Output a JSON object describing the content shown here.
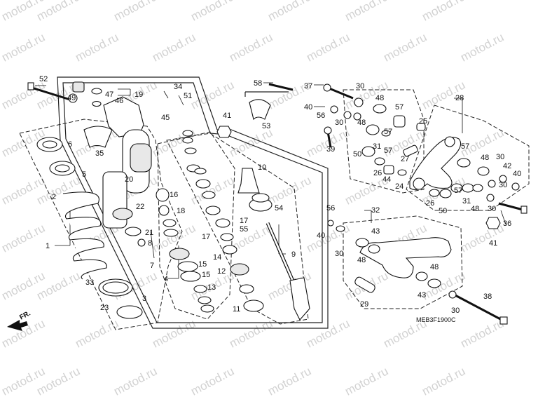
{
  "watermark": "motod.ru",
  "diagram_code": "MEB3F1900C",
  "direction_label": "FR.",
  "callouts": {
    "n1": "1",
    "n2": "2",
    "n3": "3",
    "n4": "4",
    "n5": "5",
    "n6": "6",
    "n7": "7",
    "n8": "8",
    "n9": "9",
    "n10": "10",
    "n11": "11",
    "n12": "12",
    "n13": "13",
    "n14": "14",
    "n15a": "15",
    "n15b": "15",
    "n16": "16",
    "n17a": "17",
    "n17b": "17",
    "n18": "18",
    "n19": "19",
    "n20": "20",
    "n21": "21",
    "n22": "22",
    "n23": "23",
    "n24": "24",
    "n25": "25",
    "n26a": "26",
    "n26b": "26",
    "n27": "27",
    "n28": "28",
    "n29": "29",
    "n30a": "30",
    "n30b": "30",
    "n30c": "30",
    "n30d": "30",
    "n30e": "30",
    "n30f": "30",
    "n30g": "30",
    "n31a": "31",
    "n31b": "31",
    "n32": "32",
    "n33": "33",
    "n34": "34",
    "n35": "35",
    "n36": "36",
    "n37": "37",
    "n38": "38",
    "n39": "39",
    "n40a": "40",
    "n40b": "40",
    "n40c": "40",
    "n41a": "41",
    "n41b": "41",
    "n42": "42",
    "n43a": "43",
    "n43b": "43",
    "n44": "44",
    "n45": "45",
    "n46": "46",
    "n47": "47",
    "n48a": "48",
    "n48b": "48",
    "n48c": "48",
    "n48d": "48",
    "n48e": "48",
    "n48f": "48",
    "n49": "49",
    "n50a": "50",
    "n50b": "50",
    "n51": "51",
    "n52": "52",
    "n53": "53",
    "n54": "54",
    "n55": "55",
    "n56a": "56",
    "n56b": "56",
    "n57a": "57",
    "n57b": "57",
    "n57c": "57",
    "n57d": "57",
    "n58": "58"
  }
}
